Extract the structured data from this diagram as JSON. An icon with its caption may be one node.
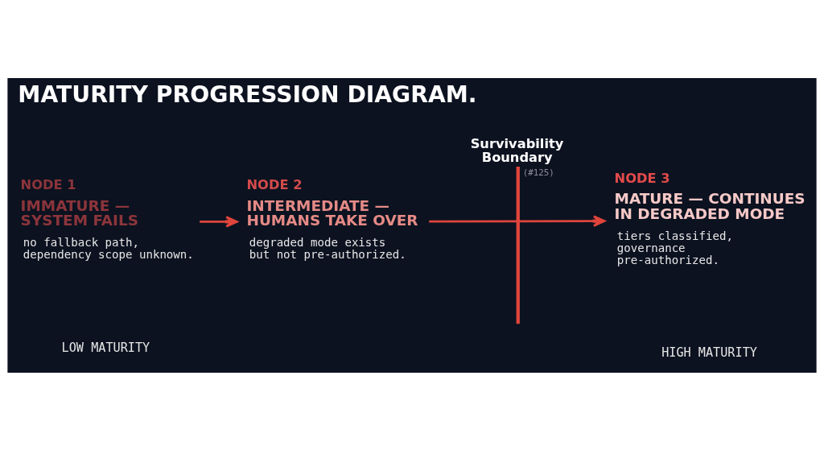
{
  "diagram": {
    "title": "MATURITY PROGRESSION DIAGRAM.",
    "nodes": [
      {
        "text": [
          "NODE 1",
          "IMMATURE — SYSTEM FAILS",
          "no fallback path, dependency scope unknown."
        ]
      },
      {
        "text": [
          "NODE 2",
          "INTERMEDIATE — HUMANS TAKE OVER",
          "degraded mode exists but not pre-authorized."
        ]
      },
      {
        "text": [
          "Survivability Boundary"
        ],
        "beside": [
          "(#125)"
        ]
      },
      {
        "text": [
          "NODE 3",
          "MATURE — CONTINUES IN DEGRADED MODE",
          "tiers classified, governance pre-authorized."
        ]
      }
    ],
    "edges": [
      {
        "from": 0,
        "to": 1,
        "arrow": "to"
      },
      {
        "from": 1,
        "to": 3,
        "arrow": "to"
      }
    ],
    "labels": [
      "LOW MATURITY",
      "HIGH MATURITY"
    ]
  }
}
